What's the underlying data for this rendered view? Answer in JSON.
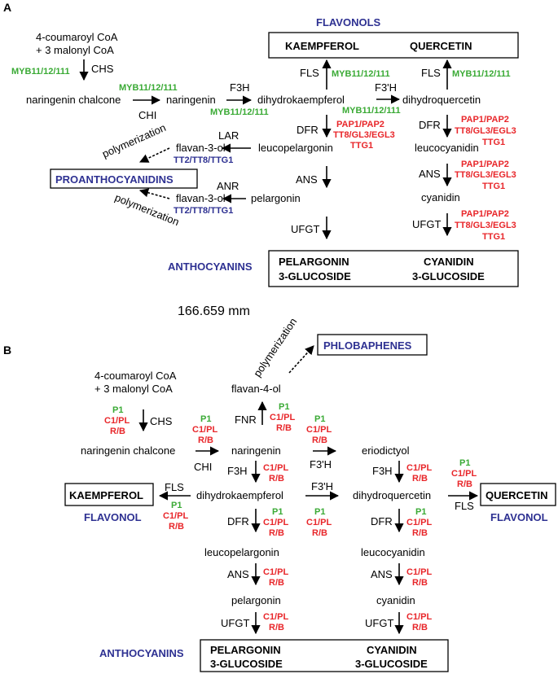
{
  "panel_a": {
    "label": "A",
    "start_line1": "4-coumaroyl CoA",
    "start_line2": "+ 3 malonyl CoA",
    "flavonols_title": "FLAVONOLS",
    "kaempferol": "KAEMPFEROL",
    "quercetin": "QUERCETIN",
    "naringenin_chalcone": "naringenin chalcone",
    "naringenin": "naringenin",
    "dihydrokaempferol": "dihydrokaempferol",
    "dihydroquercetin": "dihydroquercetin",
    "leucopelargonin": "leucopelargonin",
    "leucocyanidin": "leucocyanidin",
    "pelargonin": "pelargonin",
    "cyanidin": "cyanidin",
    "flavan3ol": "flavan-3-ol",
    "polymerization": "polymerization",
    "proanthocyanidins": "PROANTHOCYANIDINS",
    "anthocyanins_title": "ANTHOCYANINS",
    "pelargonin_glc1": "PELARGONIN",
    "pelargonin_glc2": "3-GLUCOSIDE",
    "cyanidin_glc1": "CYANIDIN",
    "cyanidin_glc2": "3-GLUCOSIDE",
    "enz": {
      "chs": "CHS",
      "chi": "CHI",
      "f3h": "F3H",
      "f3ph": "F3'H",
      "fls": "FLS",
      "dfr": "DFR",
      "ans": "ANS",
      "ufgt": "UFGT",
      "lar": "LAR",
      "anr": "ANR"
    },
    "reg": {
      "myb": "MYB11/12/111",
      "pap": "PAP1/PAP2",
      "tt8": "TT8/GL3/EGL3",
      "ttg1": "TTG1",
      "tt2": "TT2/TT8/TTG1"
    }
  },
  "scale_text": "166.659 mm",
  "panel_b": {
    "label": "B",
    "start_line1": "4-coumaroyl CoA",
    "start_line2": "+ 3 malonyl CoA",
    "phlobaphenes": "PHLOBAPHENES",
    "polymerization": "polymerization",
    "flavan4ol": "flavan-4-ol",
    "naringenin_chalcone": "naringenin chalcone",
    "naringenin": "naringenin",
    "eriodictyol": "eriodictyol",
    "dihydrokaempferol": "dihydrokaempferol",
    "dihydroquercetin": "dihydroquercetin",
    "kaempferol": "KAEMPFEROL",
    "quercetin": "QUERCETIN",
    "flavonol": "FLAVONOL",
    "leucopelargonin": "leucopelargonin",
    "leucocyanidin": "leucocyanidin",
    "pelargonin": "pelargonin",
    "cyanidin": "cyanidin",
    "anthocyanins_title": "ANTHOCYANINS",
    "pelargonin_glc1": "PELARGONIN",
    "pelargonin_glc2": "3-GLUCOSIDE",
    "cyanidin_glc1": "CYANIDIN",
    "cyanidin_glc2": "3-GLUCOSIDE",
    "enz": {
      "chs": "CHS",
      "chi": "CHI",
      "fnr": "FNR",
      "f3h": "F3H",
      "f3ph": "F3'H",
      "fls": "FLS",
      "dfr": "DFR",
      "ans": "ANS",
      "ufgt": "UFGT"
    },
    "reg": {
      "p1": "P1",
      "c1pl": "C1/PL",
      "rb": "R/B"
    }
  },
  "colors": {
    "green": "#3aaa35",
    "red": "#e8262a",
    "blue": "#2e3192",
    "black": "#000000"
  }
}
